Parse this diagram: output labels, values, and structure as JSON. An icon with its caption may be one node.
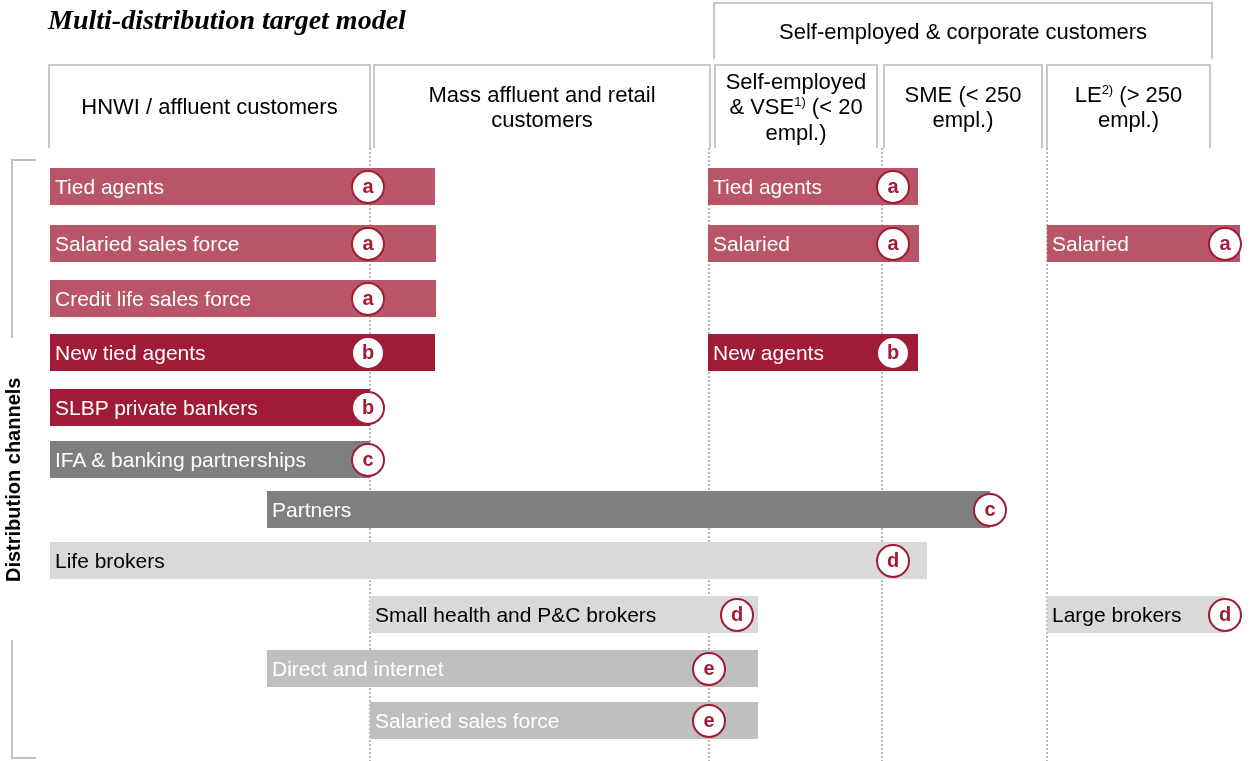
{
  "diagram": {
    "title": "Multi-distribution target model",
    "nodes": [
      {
        "text": [
          "Self-employed & corporate customers"
        ]
      },
      {
        "text": [
          "HNWI / affluent customers"
        ]
      },
      {
        "text": [
          "Mass affluent and retail customers"
        ]
      },
      {
        "text": [
          "Self-employed & VSE$^{1)}$ (< 20 empl.)"
        ]
      },
      {
        "text": [
          "SME (< 250 empl.)"
        ]
      },
      {
        "text": [
          "LE$^{2)}$ (> 250 empl.)"
        ]
      },
      {
        "text": [
          "Tied agents",
          "a"
        ]
      },
      {
        "text": [
          "Tied agents",
          "a"
        ]
      },
      {
        "text": [
          "Salaried sales force",
          "a"
        ]
      },
      {
        "text": [
          "Salaried",
          "a"
        ]
      },
      {
        "text": [
          "Salaried",
          "a"
        ]
      },
      {
        "text": [
          "Credit life sales force",
          "a"
        ]
      },
      {
        "text": [
          "New tied agents",
          "b"
        ]
      },
      {
        "text": [
          "New agents",
          "b"
        ]
      },
      {
        "text": [
          "SLBP private bankers",
          "b"
        ]
      },
      {
        "text": [
          "IFA & banking partnerships",
          "c"
        ]
      },
      {
        "text": [
          "Partners",
          "c"
        ]
      },
      {
        "text": [
          "Life brokers",
          "d"
        ]
      },
      {
        "text": [
          "Small health and P&C brokers",
          "d"
        ]
      },
      {
        "text": [
          "Large brokers",
          "d"
        ]
      },
      {
        "text": [
          "Direct and internet",
          "e"
        ]
      },
      {
        "text": [
          "Salaried sales force",
          "e"
        ]
      }
    ],
    "labels": [
      "Distribution channels"
    ]
  }
}
